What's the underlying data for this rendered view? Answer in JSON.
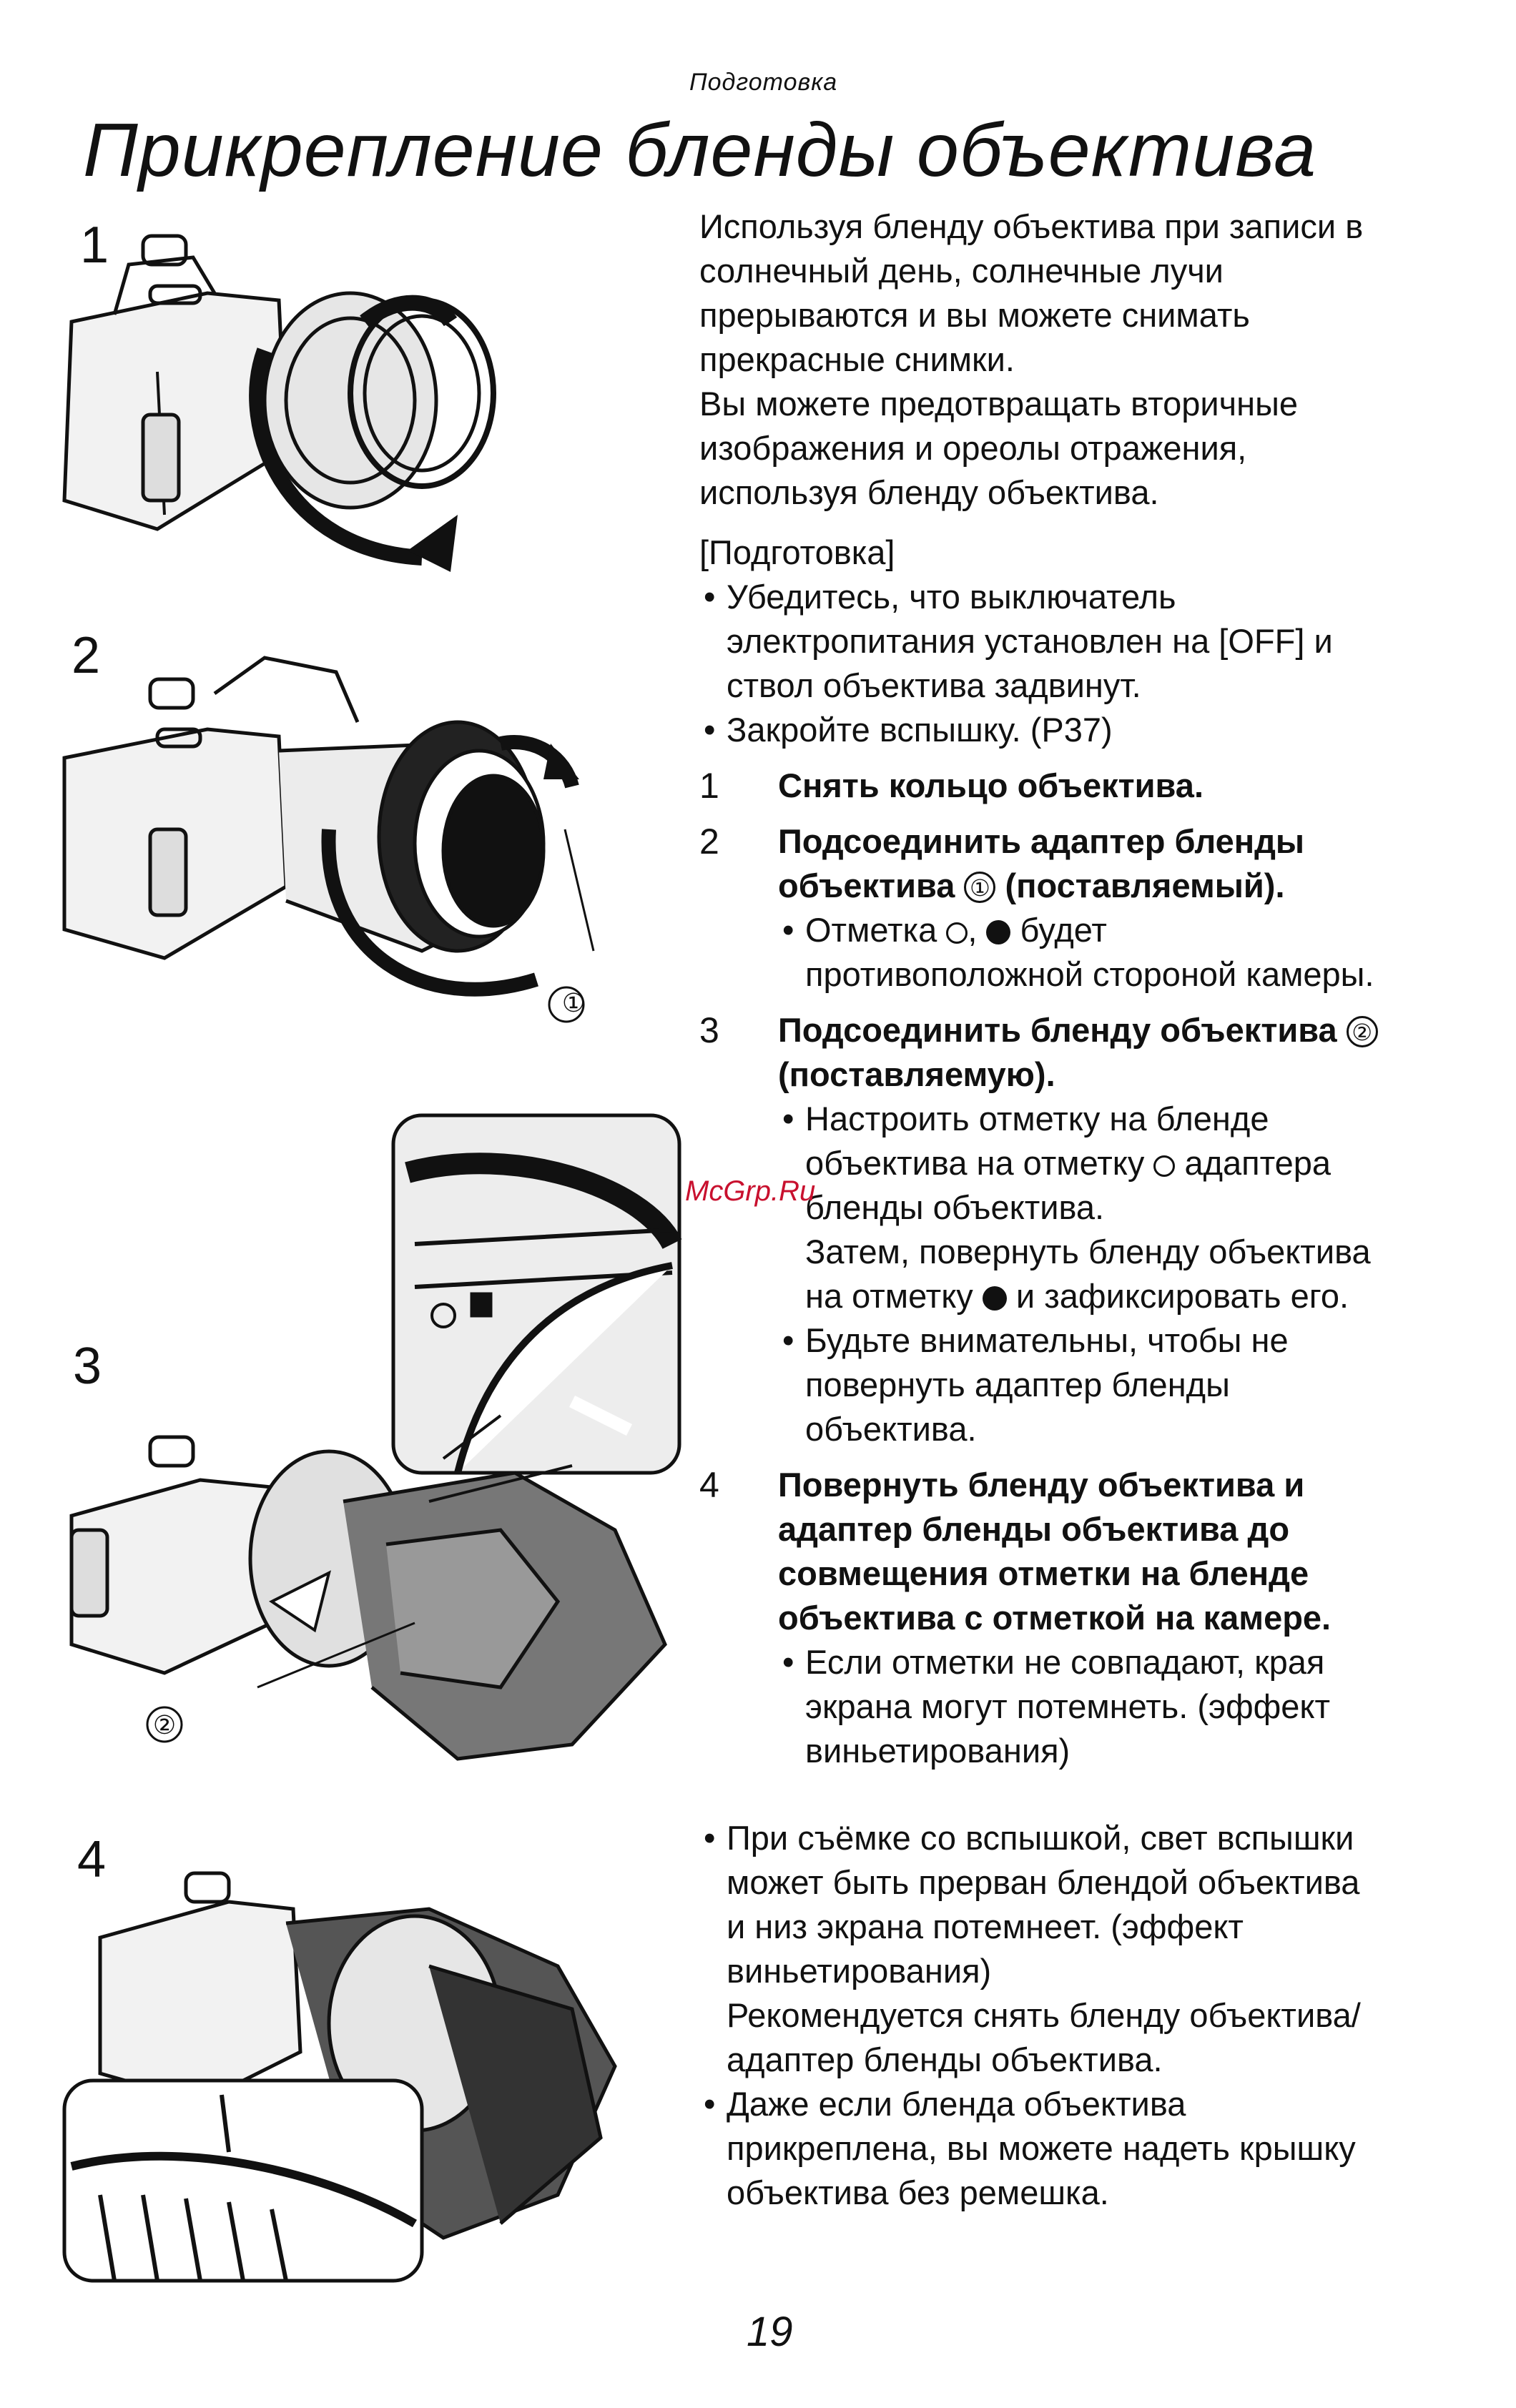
{
  "header": {
    "section": "Подготовка",
    "title": "Прикрепление бленды объектива"
  },
  "figures": [
    {
      "number": "1"
    },
    {
      "number": "2",
      "callout": "①"
    },
    {
      "number": "3",
      "callout": "②"
    },
    {
      "number": "4"
    }
  ],
  "intro": {
    "p1": [
      "Используя бленду объектива при записи в",
      "солнечный день, солнечные лучи",
      "прерываются и вы можете снимать",
      "прекрасные снимки."
    ],
    "p2": [
      "Вы можете предотвращать вторичные",
      "изображения и ореолы отражения,",
      "используя бленду объектива."
    ]
  },
  "prep": {
    "label": "[Подготовка]",
    "bullet1": [
      "Убедитесь, что выключатель",
      "электропитания установлен на [OFF] и",
      "ствол объектива задвинут."
    ],
    "bullet2": "Закройте вспышку. (P37)"
  },
  "steps": [
    {
      "num": "1",
      "head": "Снять кольцо объектива."
    },
    {
      "num": "2",
      "head1": "Подсоединить адаптер бленды",
      "head2a": "объектива",
      "circ": "①",
      "head2b": "(поставляемый).",
      "note_a": "Отметка",
      "note_b": ",",
      "note_c": "будет",
      "note_d": "противоположной стороной камеры."
    },
    {
      "num": "3",
      "head1a": "Подсоединить бленду объектива",
      "circ": "②",
      "head2": "(поставляемую).",
      "n1_l1": "Настроить отметку на бленде",
      "n1_l2a": "объектива на отметку",
      "n1_l2b": "адаптера",
      "n1_l3": "бленды объектива.",
      "n1_l4": "Затем, повернуть бленду объектива",
      "n1_l5a": "на отметку",
      "n1_l5b": "и зафиксировать его.",
      "n2": [
        "Будьте внимательны, чтобы не",
        "повернуть адаптер бленды",
        "объектива."
      ]
    },
    {
      "num": "4",
      "head": [
        "Повернуть бленду объектива и",
        "адаптер бленды объектива до",
        "совмещения отметки на бленде",
        "объектива с отметкой на камере."
      ],
      "note": [
        "Если отметки не совпадают, края",
        "экрана могут потемнеть. (эффект",
        "виньетирования)"
      ]
    }
  ],
  "final": {
    "b1": [
      "При съёмке со вспышкой, свет вспышки",
      "может быть прерван блендой объектива",
      "и низ экрана потемнеет. (эффект",
      "виньетирования)"
    ],
    "b1_extra": [
      "Рекомендуется снять бленду объектива/",
      "адаптер бленды объектива."
    ],
    "b2": [
      "Даже если бленда объектива",
      "прикреплена, вы можете надеть крышку",
      "объектива без ремешка."
    ]
  },
  "watermark": "McGrp.Ru",
  "page_number": "19"
}
